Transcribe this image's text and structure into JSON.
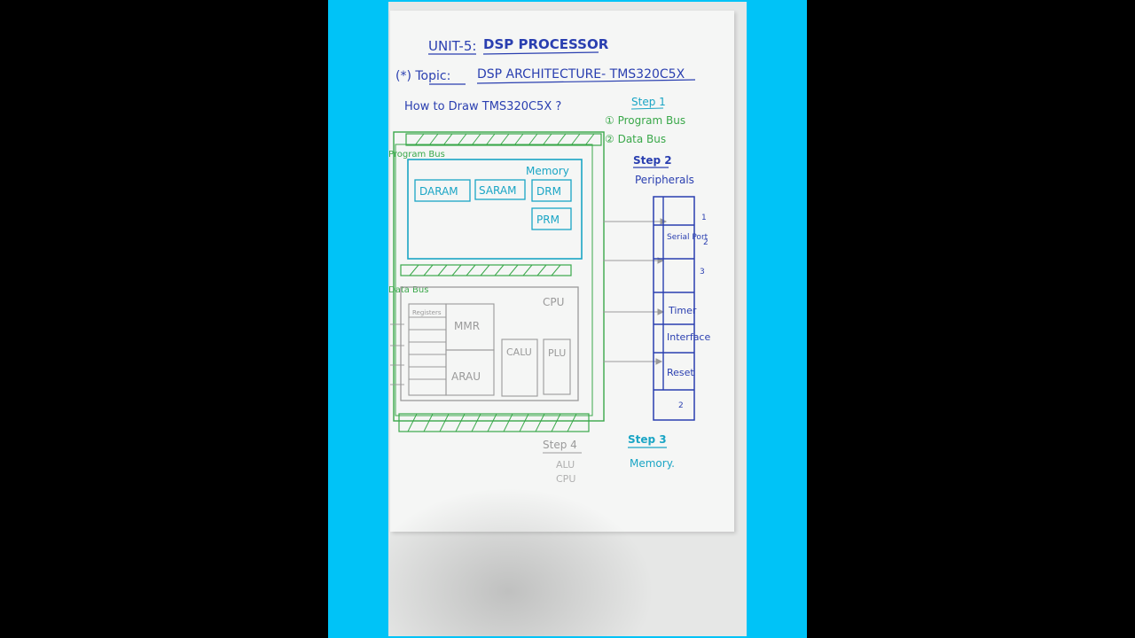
{
  "title": {
    "unit": "UNIT-5:",
    "subject": "DSP PROCESSOR"
  },
  "topic": {
    "prefix": "(*) Topic:",
    "text": "DSP ARCHITECTURE- TMS320C5X"
  },
  "question": "How to Draw TMS320C5X ?",
  "steps": {
    "step1": {
      "label": "Step 1",
      "items": [
        "① Program Bus",
        "② Data Bus"
      ]
    },
    "step2": {
      "label": "Step 2",
      "sub": "Peripherals"
    },
    "step3": {
      "label": "Step 3",
      "sub": "Memory."
    },
    "step4": {
      "label": "Step 4",
      "items": [
        "ALU",
        "CPU"
      ]
    }
  },
  "diagram": {
    "program_bus": "Program Bus",
    "data_bus": "Data Bus",
    "memory": {
      "label": "Memory",
      "blocks": [
        "DARAM",
        "SARAM",
        "DRM",
        "PRM"
      ]
    },
    "cpu": {
      "label": "CPU",
      "blocks": [
        "Registers",
        "MMR",
        "ARAU",
        "CALU",
        "PLU"
      ]
    },
    "peripherals": {
      "cells": [
        "",
        "Serial Port",
        "",
        "Timer",
        "Interface",
        "Reset",
        "2"
      ],
      "numbers": [
        "1",
        "2",
        "3"
      ]
    }
  },
  "colors": {
    "blue_ink": "#2a3fb0",
    "cyan_ink": "#1aa5c5",
    "green_ink": "#3aa84a",
    "gray_pencil": "#9a9a9a",
    "frame": "#00c3f7"
  }
}
